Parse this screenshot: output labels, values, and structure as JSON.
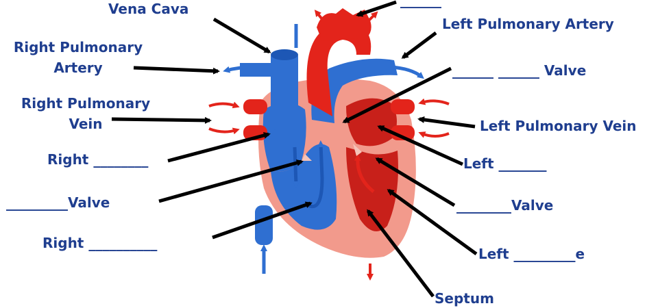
{
  "labels": {
    "vena_cava": "Vena Cava",
    "top_blank": "______",
    "left_pulmonary_artery": "Left Pulmonary Artery",
    "right_pulmonary_artery_line1": "Right Pulmonary",
    "right_pulmonary_artery_line2": "Artery",
    "valve_blank_top": "______ ______ Valve",
    "right_pulmonary_vein_line1": "Right Pulmonary",
    "right_pulmonary_vein_line2": "Vein",
    "left_pulmonary_vein": "Left Pulmonary Vein",
    "right_blank_1": "Right ________",
    "left_blank_1": "Left _______",
    "valve_blank_left": "_________Valve",
    "valve_blank_right": "________Valve",
    "right_blank_2": "Right __________",
    "left_blank_2": "Left _________e",
    "septum": "Septum"
  },
  "colors": {
    "label_text": "#1f3e8f",
    "arrow": "#000000",
    "deoxygenated_blue": "#2f6fd1",
    "oxygenated_red": "#e3241b",
    "heart_muscle_pink": "#f29a8c"
  }
}
